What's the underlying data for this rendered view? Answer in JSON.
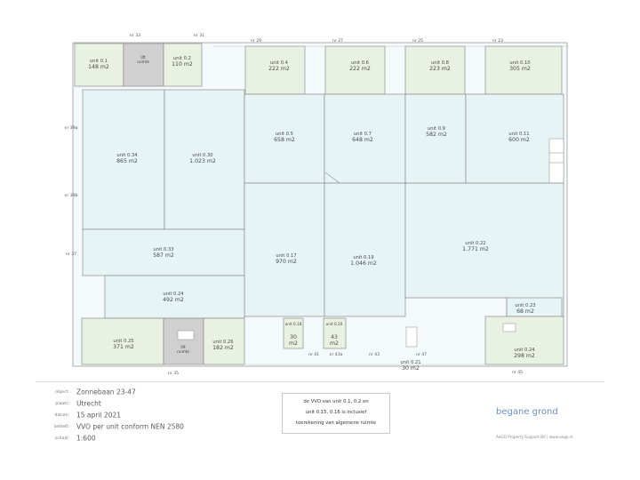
{
  "units": [
    {
      "id": "u01",
      "name": "unit 0.1",
      "area": "148 m2"
    },
    {
      "id": "u02",
      "name": "unit 0.2",
      "area": "110 m2"
    },
    {
      "id": "u04",
      "name": "unit 0.4",
      "area": "222 m2"
    },
    {
      "id": "u06",
      "name": "unit 0.6",
      "area": "222 m2"
    },
    {
      "id": "u08",
      "name": "unit 0.8",
      "area": "223 m2"
    },
    {
      "id": "u010",
      "name": "unit 0.10",
      "area": "305 m2"
    },
    {
      "id": "u034",
      "name": "unit 0.34",
      "area": "865 m2"
    },
    {
      "id": "u030",
      "name": "unit 0.30",
      "area": "1.023 m2"
    },
    {
      "id": "u05",
      "name": "unit 0.5",
      "area": "658 m2"
    },
    {
      "id": "u07",
      "name": "unit 0.7",
      "area": "648 m2"
    },
    {
      "id": "u09",
      "name": "unit 0.9",
      "area": "582 m2"
    },
    {
      "id": "u011",
      "name": "unit 0.11",
      "area": "600 m2"
    },
    {
      "id": "u033",
      "name": "unit 0.33",
      "area": "587 m2"
    },
    {
      "id": "u017",
      "name": "unit 0.17",
      "area": "970 m2"
    },
    {
      "id": "u019",
      "name": "unit 0.19",
      "area": "1.046 m2"
    },
    {
      "id": "u022",
      "name": "unit 0.22",
      "area": "1.771 m2"
    },
    {
      "id": "u024",
      "name": "unit 0.24",
      "area": "492 m2"
    },
    {
      "id": "u023",
      "name": "unit 0.23",
      "area": "68 m2"
    },
    {
      "id": "u025",
      "name": "unit 0.25",
      "area": "371 m2"
    },
    {
      "id": "u026",
      "name": "unit 0.26",
      "area": "182 m2"
    },
    {
      "id": "u0024",
      "name": "unit 0.24",
      "area": "298 m2"
    },
    {
      "id": "u021",
      "name": "unit 0.21",
      "area": "30 m2"
    }
  ],
  "small_units": [
    {
      "id": "s018",
      "name": "unit 0.18",
      "area_line1": "30",
      "area_line2": "m2"
    },
    {
      "id": "s020",
      "name": "unit 0.20",
      "area_line1": "43",
      "area_line2": "m2"
    }
  ],
  "lifts": [
    {
      "id": "lift-top",
      "line1": "lift",
      "line2": "ruimte"
    },
    {
      "id": "lift-bottom",
      "line1": "lift",
      "line2": "ruimte"
    }
  ],
  "house_numbers": {
    "n33": "nr 33",
    "n31": "nr 31",
    "n29": "nr 29",
    "n27": "nr 27",
    "n25": "nr 25",
    "n23": "nr 23",
    "n39a": "nr 39a",
    "n39b": "nr 39b",
    "n37": "nr 37",
    "n35": "nr 35",
    "n41": "nr 41",
    "n43a": "nr 43a",
    "n43": "nr 43",
    "n47": "nr 47",
    "n45": "nr 45"
  },
  "info": {
    "object_label": "object:",
    "object_value": "Zonnebaan 23-47",
    "plaats_label": "plaats:",
    "plaats_value": "Utrecht",
    "datum_label": "datum:",
    "datum_value": "15 april 2021",
    "betreft_label": "betreft:",
    "betreft_value": "VVO per unit conform NEN 2580",
    "schaal_label": "schaal:",
    "schaal_value": "1:600"
  },
  "note": {
    "line1": "de VVO van unit 0.1, 0.2 en",
    "line2": "unit 0.15, 0.16 is inclusief",
    "line3": "toerekening van algemene ruimte"
  },
  "floor_title": "begane grond",
  "footer": "AeGO Property Support BV  |  www.aego.nl",
  "colors": {
    "unit_fill": "#e6f4f6",
    "green_fill": "#e9f2e2",
    "lift_fill": "#d0d0d0",
    "wall": "#8c8c8c",
    "title_blue": "#6a8fc9"
  }
}
